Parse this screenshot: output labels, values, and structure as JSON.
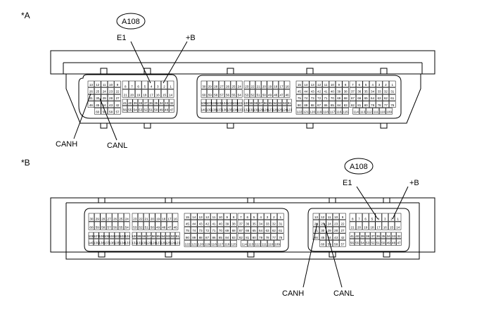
{
  "views": {
    "a": {
      "label": "*A",
      "connector_code": "A108",
      "pin_labels": {
        "e1": "E1",
        "plus_b": "+B",
        "canh": "CANH",
        "canl": "CANL"
      }
    },
    "b": {
      "label": "*B",
      "connector_code": "A108",
      "pin_labels": {
        "e1": "E1",
        "plus_b": "+B",
        "canh": "CANH",
        "canl": "CANL"
      }
    }
  },
  "connector_small": {
    "left": {
      "rows": [
        [
          "13",
          "12",
          "11",
          "10",
          "9"
        ],
        [
          "26",
          "25",
          "24",
          "23",
          "22"
        ],
        [
          "31",
          "30",
          "29",
          "28",
          "27"
        ],
        [
          "46",
          "45",
          "44",
          "43",
          "42"
        ],
        [
          "60",
          "59",
          "58",
          "57"
        ]
      ]
    },
    "right": {
      "rows": [
        [
          "8",
          "7",
          "6",
          "5",
          "4",
          "3",
          "2",
          "1"
        ],
        [
          "21",
          "20",
          "19",
          "18",
          "17",
          "16",
          "15",
          "14"
        ],
        [
          "41",
          "40",
          "39",
          "38",
          "37",
          "36",
          "35",
          "34",
          "33",
          "32"
        ],
        [
          "56",
          "55",
          "54",
          "53",
          "52",
          "51",
          "50",
          "49",
          "48",
          "47"
        ]
      ]
    }
  },
  "connector_large": {
    "block1": {
      "rows": [
        [
          "30",
          "29",
          "28",
          "27",
          "26",
          "25",
          "24"
        ],
        [
          "60",
          "59",
          "58",
          "57",
          "56",
          "55",
          "54"
        ],
        [
          "108",
          "107",
          "106",
          "105",
          "104",
          "103",
          "102",
          "101"
        ],
        [
          "140",
          "139",
          "138",
          "137",
          "136",
          "135",
          "134",
          "133"
        ]
      ]
    },
    "block2": {
      "rows": [
        [
          "23",
          "22",
          "21",
          "20",
          "19",
          "18",
          "17",
          "16"
        ],
        [
          "53",
          "52",
          "51",
          "50",
          "49",
          "48",
          "47",
          "46"
        ],
        [
          "100",
          "99",
          "98",
          "97",
          "96",
          "95",
          "94",
          "93",
          "92",
          "91"
        ],
        [
          "132",
          "131",
          "130",
          "129",
          "128",
          "127",
          "126",
          "125",
          "124",
          "123"
        ]
      ]
    },
    "block3": {
      "rows": [
        [
          "15",
          "14",
          "13",
          "12",
          "11",
          "10",
          "9",
          "8"
        ],
        [
          "45",
          "44",
          "43",
          "42",
          "41",
          "40",
          "39",
          "38"
        ],
        [
          "75",
          "74",
          "73",
          "72",
          "71",
          "70",
          "69",
          "68"
        ],
        [
          "90",
          "89",
          "88",
          "87",
          "86",
          "85",
          "84",
          "83"
        ],
        [
          "122",
          "121",
          "120",
          "119",
          "118",
          "117",
          "116",
          "115"
        ]
      ]
    },
    "block4": {
      "rows": [
        [
          "7",
          "6",
          "5",
          "4",
          "3",
          "2",
          "1"
        ],
        [
          "37",
          "36",
          "35",
          "34",
          "33",
          "32",
          "31"
        ],
        [
          "67",
          "66",
          "65",
          "64",
          "63",
          "62",
          "61"
        ],
        [
          "82",
          "81",
          "80",
          "79",
          "78",
          "77",
          "76"
        ],
        [
          "114",
          "113",
          "112",
          "111",
          "110",
          "109"
        ]
      ]
    }
  }
}
